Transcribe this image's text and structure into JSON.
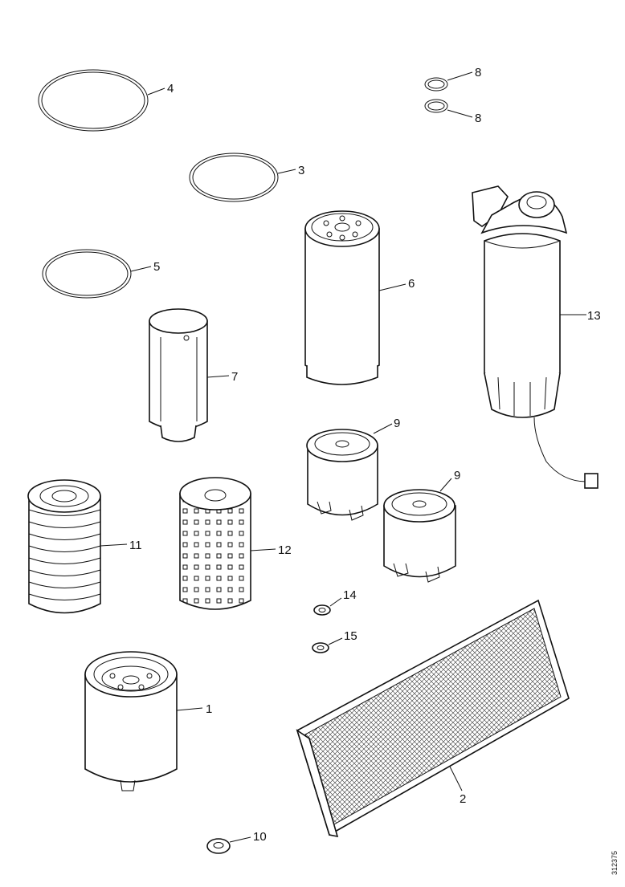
{
  "drawing_code": "312375",
  "parts": [
    {
      "id": "p4",
      "number": "4",
      "kind": "o-ring"
    },
    {
      "id": "p3",
      "number": "3",
      "kind": "o-ring"
    },
    {
      "id": "p5",
      "number": "5",
      "kind": "o-ring"
    },
    {
      "id": "p8a",
      "number": "8",
      "kind": "small seal ring"
    },
    {
      "id": "p8b",
      "number": "8",
      "kind": "small seal ring"
    },
    {
      "id": "p6",
      "number": "6",
      "kind": "spin-on filter"
    },
    {
      "id": "p13",
      "number": "13",
      "kind": "fuel filter housing with water separator"
    },
    {
      "id": "p7",
      "number": "7",
      "kind": "filter insert"
    },
    {
      "id": "p9a",
      "number": "9",
      "kind": "spin-on filter"
    },
    {
      "id": "p9b",
      "number": "9",
      "kind": "spin-on filter"
    },
    {
      "id": "p11",
      "number": "11",
      "kind": "pleated filter element"
    },
    {
      "id": "p12",
      "number": "12",
      "kind": "perforated filter element"
    },
    {
      "id": "p14",
      "number": "14",
      "kind": "sealing washer"
    },
    {
      "id": "p15",
      "number": "15",
      "kind": "sealing washer"
    },
    {
      "id": "p1",
      "number": "1",
      "kind": "spin-on filter"
    },
    {
      "id": "p2",
      "number": "2",
      "kind": "cabin air filter"
    },
    {
      "id": "p10",
      "number": "10",
      "kind": "sealing washer"
    }
  ]
}
